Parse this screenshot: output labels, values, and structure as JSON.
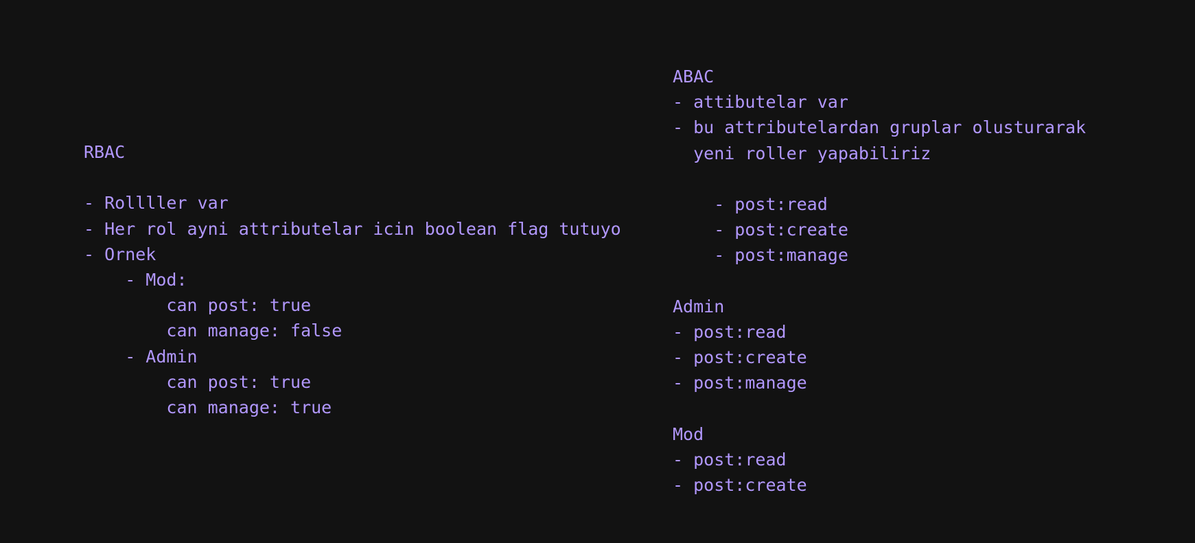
{
  "canvas": {
    "background": "#121212",
    "text_color": "#b197fc"
  },
  "rbac": {
    "lines": [
      "RBAC",
      "",
      "- Rollller var",
      "- Her rol ayni attributelar icin boolean flag tutuyo",
      "- Ornek",
      "    - Mod:",
      "        can post: true",
      "        can manage: false",
      "    - Admin",
      "        can post: true",
      "        can manage: true"
    ]
  },
  "abac": {
    "lines": [
      "ABAC",
      "- attibutelar var",
      "- bu attributelardan gruplar olusturarak",
      "  yeni roller yapabiliriz",
      "",
      "    - post:read",
      "    - post:create",
      "    - post:manage",
      "",
      "Admin",
      "- post:read",
      "- post:create",
      "- post:manage",
      "",
      "Mod",
      "- post:read",
      "- post:create"
    ]
  }
}
